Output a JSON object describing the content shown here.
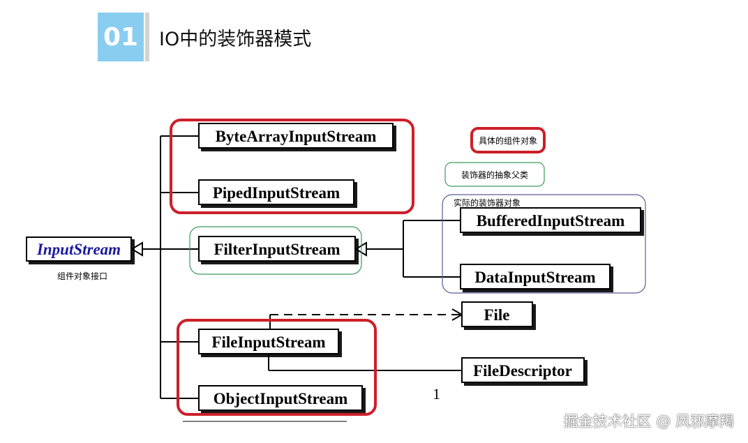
{
  "header": {
    "number": "01",
    "title": "IO中的装饰器模式"
  },
  "diagram": {
    "root": "InputStream",
    "root_caption": "组件对象接口",
    "concrete_components": [
      "ByteArrayInputStream",
      "PipedInputStream",
      "FileInputStream",
      "ObjectInputStream"
    ],
    "decorator_parent": "FilterInputStream",
    "concrete_decorators": [
      "BufferedInputStream",
      "DataInputStream"
    ],
    "other_classes": [
      "File",
      "FileDescriptor"
    ],
    "legend": {
      "concrete_component": "具体的组件对象",
      "abstract_decorator": "装饰器的抽象父类",
      "concrete_decorator": "实际的装饰器对象"
    },
    "multiplicity": "1",
    "colors": {
      "concrete_component": "#cc1f2a",
      "abstract_decorator": "#3a9a5a",
      "concrete_decorator": "#5a5a9a"
    }
  },
  "watermark": "掘金技术社区 @ 凤邪摩羯"
}
